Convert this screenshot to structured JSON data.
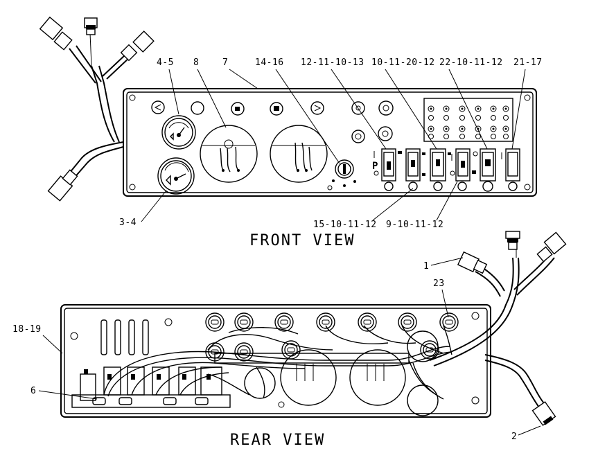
{
  "views": {
    "front_title": "FRONT VIEW",
    "rear_title": "REAR VIEW"
  },
  "callouts": {
    "c_4_5": "4-5",
    "c_8": "8",
    "c_7": "7",
    "c_14_16": "14-16",
    "c_12_11_10_13": "12-11-10-13",
    "c_10_11_20_12": "10-11-20-12",
    "c_22_10_11_12": "22-10-11-12",
    "c_21_17": "21-17",
    "c_3_4": "3-4",
    "c_15_10_11_12": "15-10-11-12",
    "c_9_10_11_12": "9-10-11-12",
    "c_1": "1",
    "c_23": "23",
    "c_18_19": "18-19",
    "c_6": "6",
    "c_2": "2"
  },
  "switch_marks": {
    "park": "P"
  }
}
